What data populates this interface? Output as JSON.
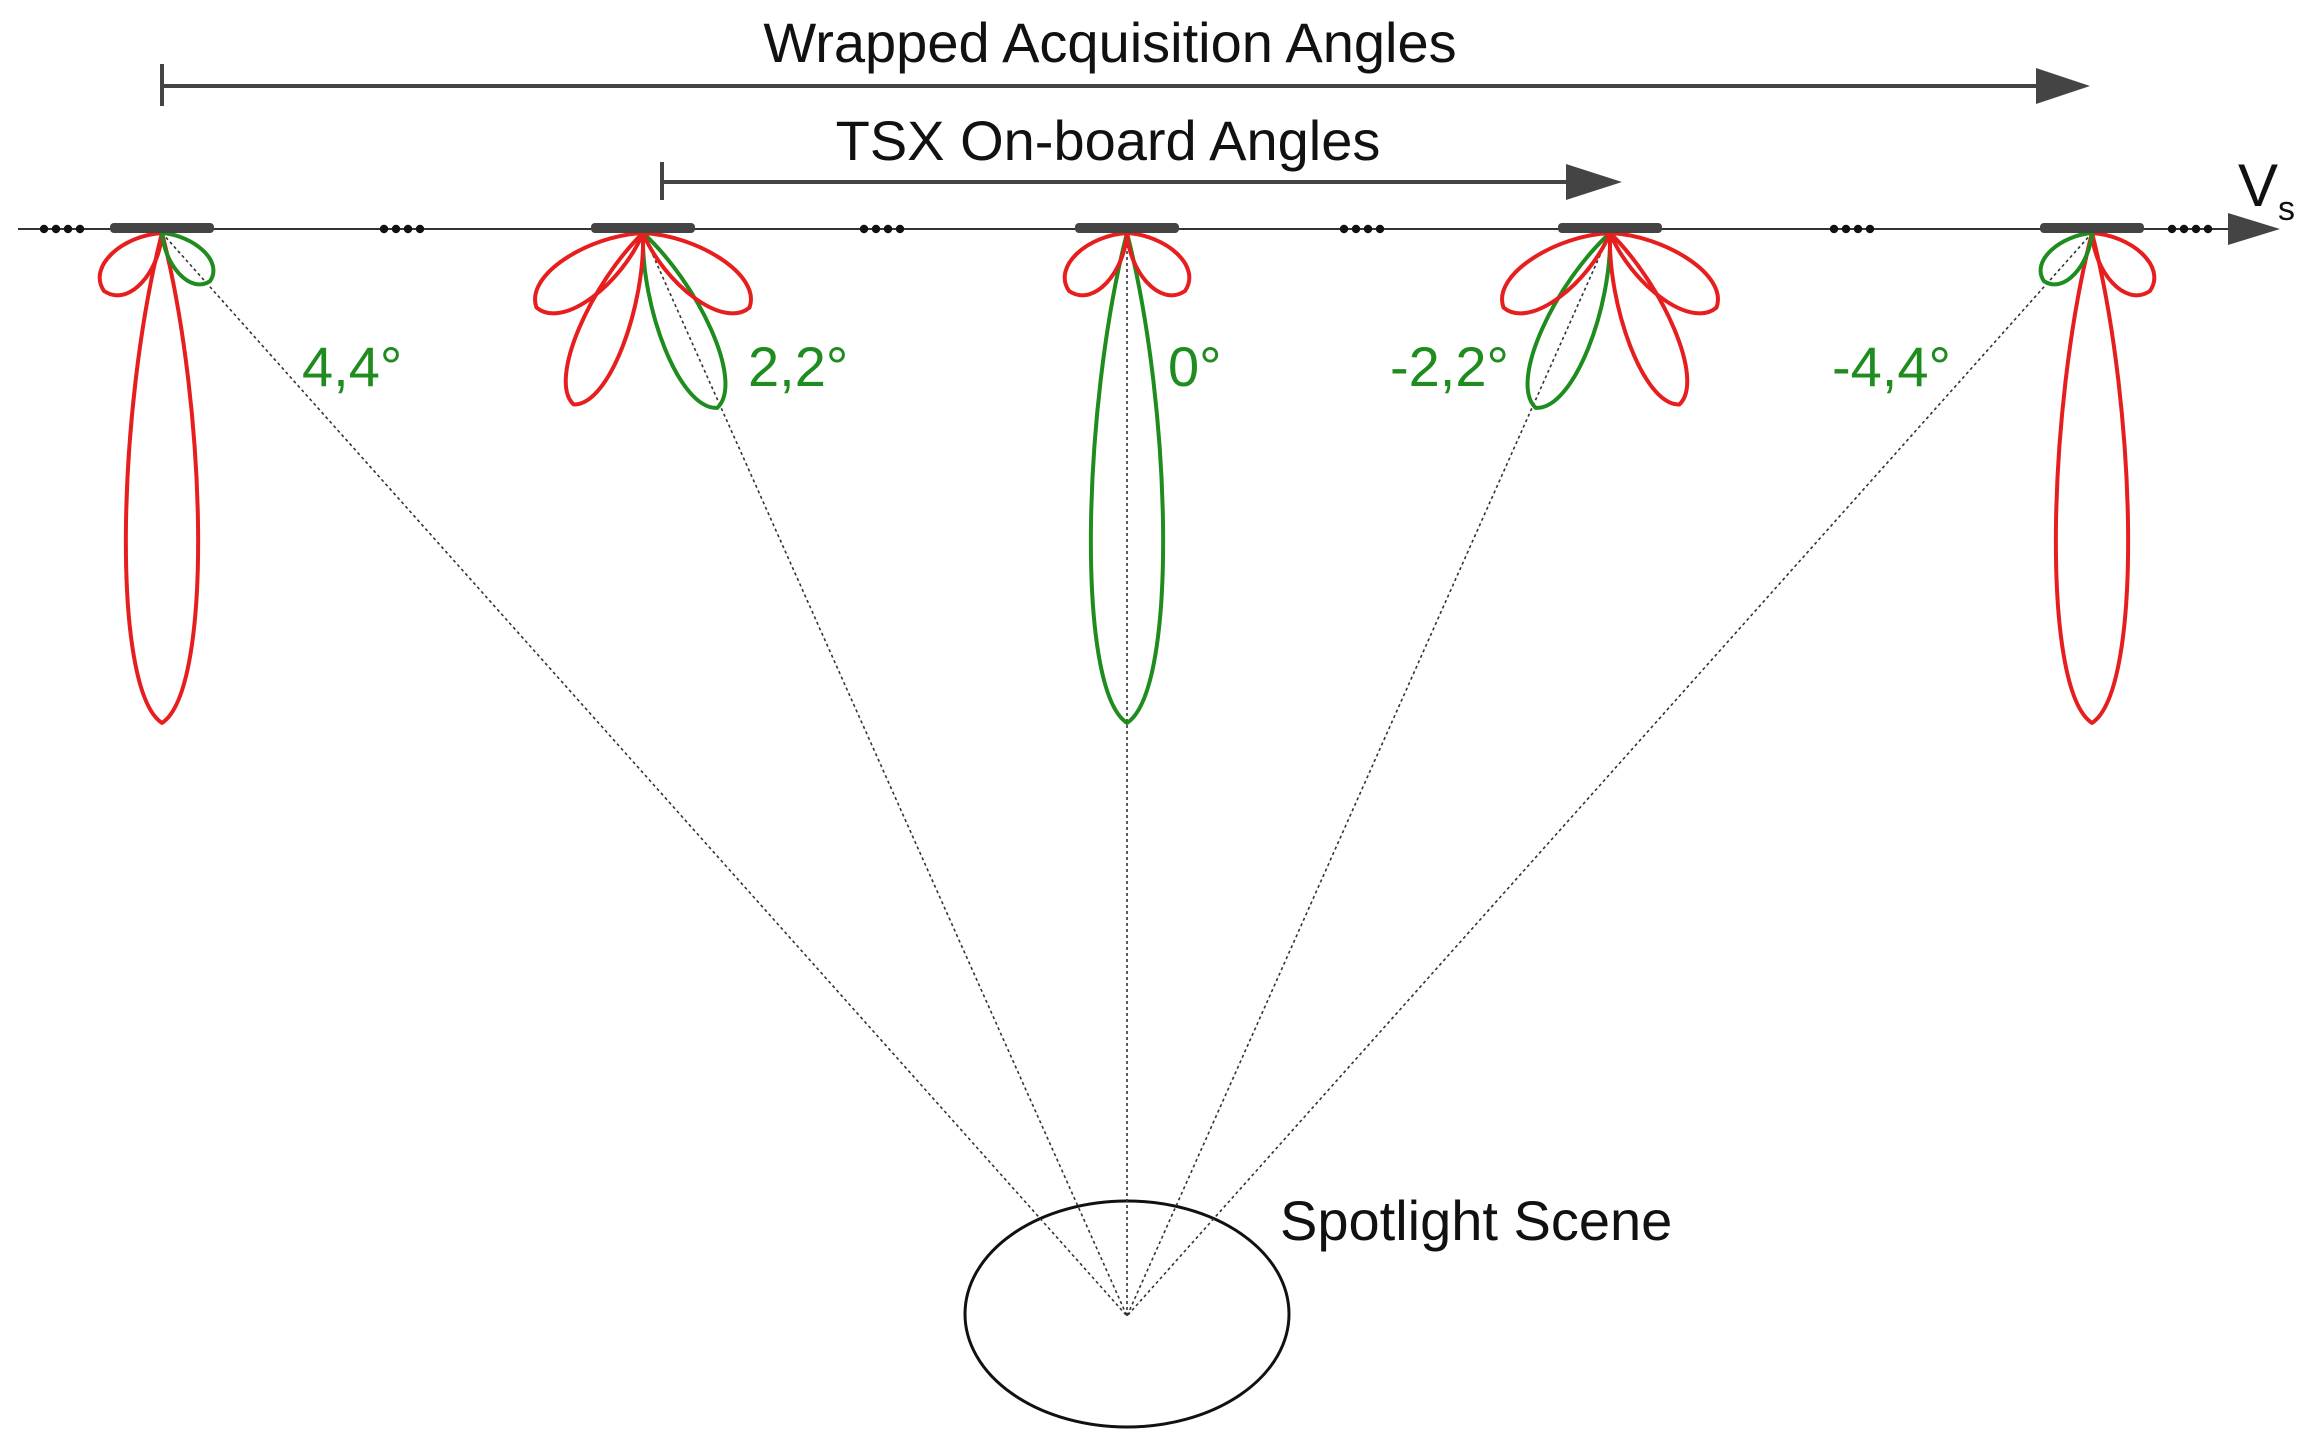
{
  "title_wrapped": "Wrapped Acquisition Angles",
  "title_onboard": "TSX On-board Angles",
  "velocity_label": "V",
  "velocity_subscript": "s",
  "scene_label": "Spotlight Scene",
  "angles": [
    {
      "label": "4,4°"
    },
    {
      "label": "2,2°"
    },
    {
      "label": "0°"
    },
    {
      "label": "-2,2°"
    },
    {
      "label": "-4,4°"
    }
  ],
  "colors": {
    "active_beam": "#1e8c1e",
    "inactive_beam": "#e61e1e",
    "line": "#222222",
    "antenna": "#444444"
  }
}
